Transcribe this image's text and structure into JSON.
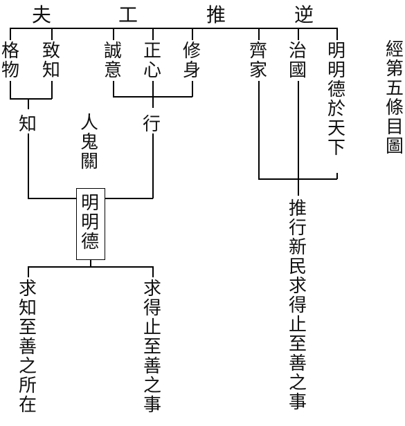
{
  "header": {
    "gongfu_chars": [
      "夫",
      "工"
    ],
    "tuixing_chars": [
      "推",
      "逆"
    ]
  },
  "top_items": {
    "gewu": "格物",
    "zhizhi": "致知",
    "chengyi": "誠意",
    "zhengxin": "正心",
    "xiushen": "修身",
    "qijia": "齊家",
    "zhiguo": "治國",
    "mingmingde_tianxia": "明明德於天下"
  },
  "middle": {
    "zhi": "知",
    "xing": "行",
    "renguiguan": "人鬼關"
  },
  "center": {
    "mingmingde": "明明德"
  },
  "bottom": {
    "qiuzhi": "求知至善之所在",
    "qiude": "求得止至善之事",
    "tuixing": "推行新民求得止至善之事"
  },
  "side_title": "經第五條目圖"
}
